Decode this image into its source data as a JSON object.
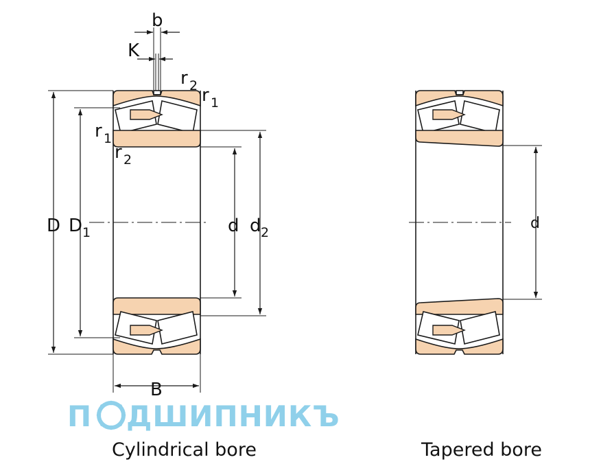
{
  "labels": {
    "b": "b",
    "K": "K",
    "r2_top": "r",
    "r2_top_sub": "2",
    "r1_top": "r",
    "r1_top_sub": "1",
    "r1_left": "r",
    "r1_left_sub": "1",
    "r2_left": "r",
    "r2_left_sub": "2",
    "D": "D",
    "D1": "D",
    "D1_sub": "1",
    "d_cyl": "d",
    "d2": "d",
    "d2_sub": "2",
    "B": "B",
    "d_tap": "d"
  },
  "captions": {
    "cylindrical": "Cylindrical bore",
    "tapered": "Tapered bore"
  },
  "watermark": {
    "text_before": "П",
    "text_after": "ДШИПНИКЪ",
    "color": "#8fd0ea"
  },
  "colors": {
    "ring_fill": "#f6d3b0",
    "line": "#1a1a1a"
  }
}
